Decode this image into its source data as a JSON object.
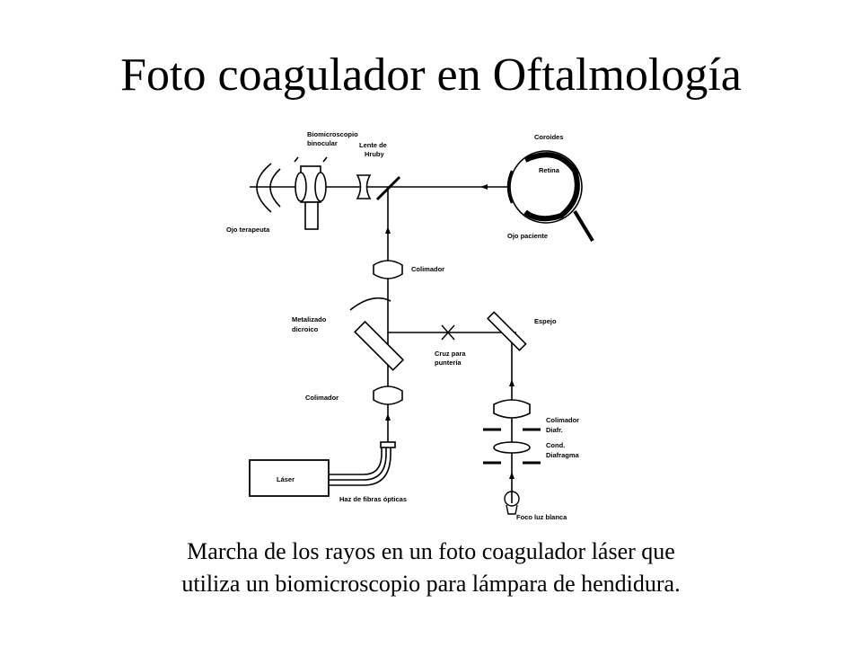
{
  "slide": {
    "title": "Foto coagulador en Oftalmología",
    "caption_line1": "Marcha de los rayos en un foto coagulador láser que",
    "caption_line2": "utiliza un biomicroscopio para lámpara de hendidura."
  },
  "diagram": {
    "labels": {
      "biomicroscopio_1": "Biomicroscopio",
      "biomicroscopio_2": "binocular",
      "lente_1": "Lente de",
      "lente_2": "Hruby",
      "coroides": "Coroides",
      "retina": "Retina",
      "ojo_terapeuta": "Ojo terapeuta",
      "ojo_paciente": "Ojo paciente",
      "colimador_top": "Colimador",
      "metalizado_1": "Metalizado",
      "metalizado_2": "dicroico",
      "espejo": "Espejo",
      "cruz_1": "Cruz para",
      "cruz_2": "puntería",
      "colimador_left": "Colimador",
      "colimador_right": "Colimador",
      "diafr": "Diafr.",
      "cond": "Cond.",
      "diafragma": "Diafragma",
      "laser": "Láser",
      "haz": "Haz de fibras ópticas",
      "foco": "Foco luz blanca"
    }
  }
}
